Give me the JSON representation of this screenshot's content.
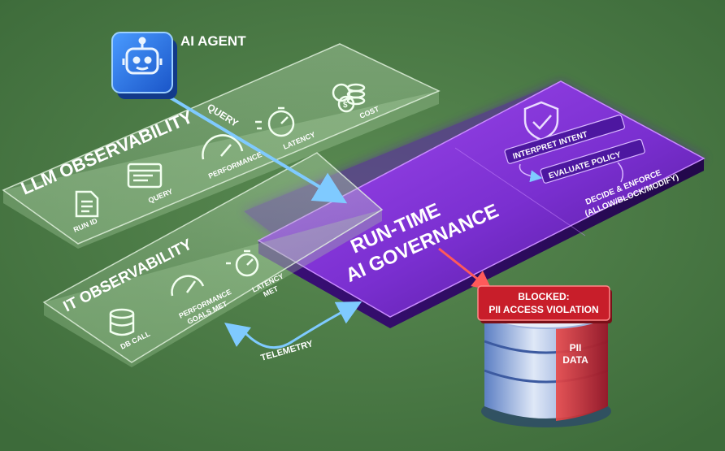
{
  "agent": {
    "label": "AI AGENT",
    "icon": "robot-icon"
  },
  "llm_observability": {
    "title": "LLM OBSERVABILITY",
    "items": [
      {
        "label": "RUN ID",
        "icon": "document-icon"
      },
      {
        "label": "QUERY",
        "icon": "browser-window-icon"
      },
      {
        "label": "PERFORMANCE",
        "icon": "gauge-icon"
      },
      {
        "label": "LATENCY",
        "icon": "stopwatch-icon"
      },
      {
        "label": "COST",
        "icon": "coins-icon"
      }
    ]
  },
  "query_label": "QUERY",
  "governance": {
    "title_line1": "RUN-TIME",
    "title_line2": "AI GOVERNANCE",
    "icon": "shield-check-icon",
    "steps": [
      "INTERPRET INTENT",
      "EVALUATE POLICY"
    ],
    "decide_line1": "DECIDE & ENFORCE",
    "decide_line2": "(ALLOW/BLOCK/MODIFY)"
  },
  "it_observability": {
    "title": "IT OBSERVABILITY",
    "items": [
      {
        "label": "DB CALL",
        "icon": "database-icon"
      },
      {
        "label_line1": "PERFORMANCE",
        "label_line2": "GOALS MET",
        "icon": "gauge-icon"
      },
      {
        "label_line1": "LATENCY",
        "label_line2": "MET",
        "icon": "stopwatch-icon"
      }
    ]
  },
  "telemetry_label": "TELEMETRY",
  "blocked": {
    "line1": "BLOCKED:",
    "line2": "PII ACCESS VIOLATION"
  },
  "pii": {
    "line1": "PII",
    "line2": "DATA"
  },
  "colors": {
    "background": "#4a7a45",
    "governance_purple": "#7a2fd0",
    "blocked_red": "#c81e2a",
    "arrow_blue": "#5ab8ff",
    "agent_blue": "#1e6ad8"
  }
}
